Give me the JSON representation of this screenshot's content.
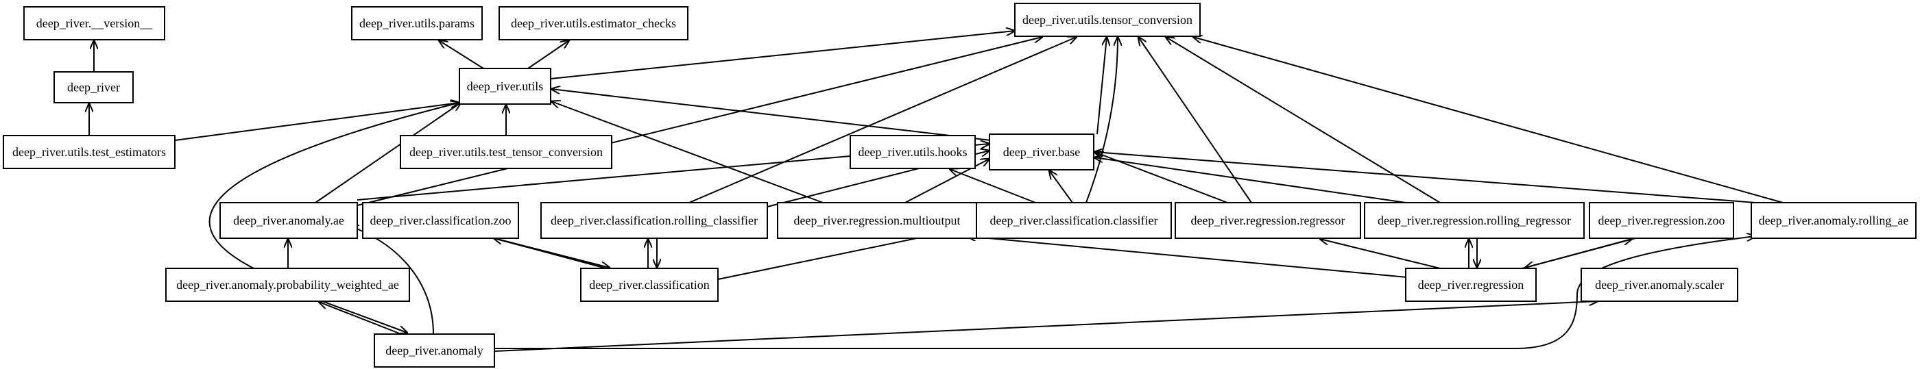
{
  "diagram": {
    "nodes": [
      {
        "id": "version",
        "label": "deep_river.__version__"
      },
      {
        "id": "deep_river",
        "label": "deep_river"
      },
      {
        "id": "test_estimators",
        "label": "deep_river.utils.test_estimators"
      },
      {
        "id": "utils_params",
        "label": "deep_river.utils.params"
      },
      {
        "id": "estimator_checks",
        "label": "deep_river.utils.estimator_checks"
      },
      {
        "id": "utils",
        "label": "deep_river.utils"
      },
      {
        "id": "test_tensor_conversion",
        "label": "deep_river.utils.test_tensor_conversion"
      },
      {
        "id": "tensor_conversion",
        "label": "deep_river.utils.tensor_conversion"
      },
      {
        "id": "hooks",
        "label": "deep_river.utils.hooks"
      },
      {
        "id": "base",
        "label": "deep_river.base"
      },
      {
        "id": "anomaly_ae",
        "label": "deep_river.anomaly.ae"
      },
      {
        "id": "classification_zoo",
        "label": "deep_river.classification.zoo"
      },
      {
        "id": "rolling_classifier",
        "label": "deep_river.classification.rolling_classifier"
      },
      {
        "id": "multioutput",
        "label": "deep_river.regression.multioutput"
      },
      {
        "id": "classifier",
        "label": "deep_river.classification.classifier"
      },
      {
        "id": "regressor",
        "label": "deep_river.regression.regressor"
      },
      {
        "id": "rolling_regressor",
        "label": "deep_river.regression.rolling_regressor"
      },
      {
        "id": "regression_zoo",
        "label": "deep_river.regression.zoo"
      },
      {
        "id": "rolling_ae",
        "label": "deep_river.anomaly.rolling_ae"
      },
      {
        "id": "prob_weighted_ae",
        "label": "deep_river.anomaly.probability_weighted_ae"
      },
      {
        "id": "classification",
        "label": "deep_river.classification"
      },
      {
        "id": "regression",
        "label": "deep_river.regression"
      },
      {
        "id": "scaler",
        "label": "deep_river.anomaly.scaler"
      },
      {
        "id": "anomaly",
        "label": "deep_river.anomaly"
      }
    ],
    "edges": [
      {
        "from": "deep_river",
        "to": "version"
      },
      {
        "from": "test_estimators",
        "to": "deep_river"
      },
      {
        "from": "test_estimators",
        "to": "utils"
      },
      {
        "from": "utils",
        "to": "utils_params"
      },
      {
        "from": "utils",
        "to": "estimator_checks"
      },
      {
        "from": "utils",
        "to": "tensor_conversion"
      },
      {
        "from": "test_tensor_conversion",
        "to": "utils"
      },
      {
        "from": "base",
        "to": "utils"
      },
      {
        "from": "base",
        "to": "tensor_conversion"
      },
      {
        "from": "anomaly_ae",
        "to": "utils"
      },
      {
        "from": "anomaly_ae",
        "to": "tensor_conversion"
      },
      {
        "from": "anomaly_ae",
        "to": "base"
      },
      {
        "from": "prob_weighted_ae",
        "to": "anomaly_ae"
      },
      {
        "from": "prob_weighted_ae",
        "to": "utils"
      },
      {
        "from": "anomaly",
        "to": "anomaly_ae"
      },
      {
        "from": "anomaly",
        "to": "prob_weighted_ae"
      },
      {
        "from": "prob_weighted_ae",
        "to": "anomaly"
      },
      {
        "from": "anomaly",
        "to": "rolling_ae"
      },
      {
        "from": "anomaly",
        "to": "scaler"
      },
      {
        "from": "rolling_classifier",
        "to": "tensor_conversion"
      },
      {
        "from": "rolling_classifier",
        "to": "base"
      },
      {
        "from": "multioutput",
        "to": "utils"
      },
      {
        "from": "multioutput",
        "to": "base"
      },
      {
        "from": "classifier",
        "to": "base"
      },
      {
        "from": "classifier",
        "to": "hooks"
      },
      {
        "from": "classifier",
        "to": "tensor_conversion"
      },
      {
        "from": "regressor",
        "to": "base"
      },
      {
        "from": "regressor",
        "to": "tensor_conversion"
      },
      {
        "from": "rolling_regressor",
        "to": "base"
      },
      {
        "from": "rolling_regressor",
        "to": "tensor_conversion"
      },
      {
        "from": "rolling_ae",
        "to": "base"
      },
      {
        "from": "rolling_ae",
        "to": "tensor_conversion"
      },
      {
        "from": "classification",
        "to": "classification_zoo"
      },
      {
        "from": "classification_zoo",
        "to": "classification"
      },
      {
        "from": "classification",
        "to": "rolling_classifier"
      },
      {
        "from": "rolling_classifier",
        "to": "classification"
      },
      {
        "from": "classification",
        "to": "classifier"
      },
      {
        "from": "regression",
        "to": "regressor"
      },
      {
        "from": "regression",
        "to": "rolling_regressor"
      },
      {
        "from": "rolling_regressor",
        "to": "regression"
      },
      {
        "from": "regression",
        "to": "regression_zoo"
      },
      {
        "from": "regression_zoo",
        "to": "regression"
      },
      {
        "from": "regression",
        "to": "multioutput"
      }
    ]
  }
}
